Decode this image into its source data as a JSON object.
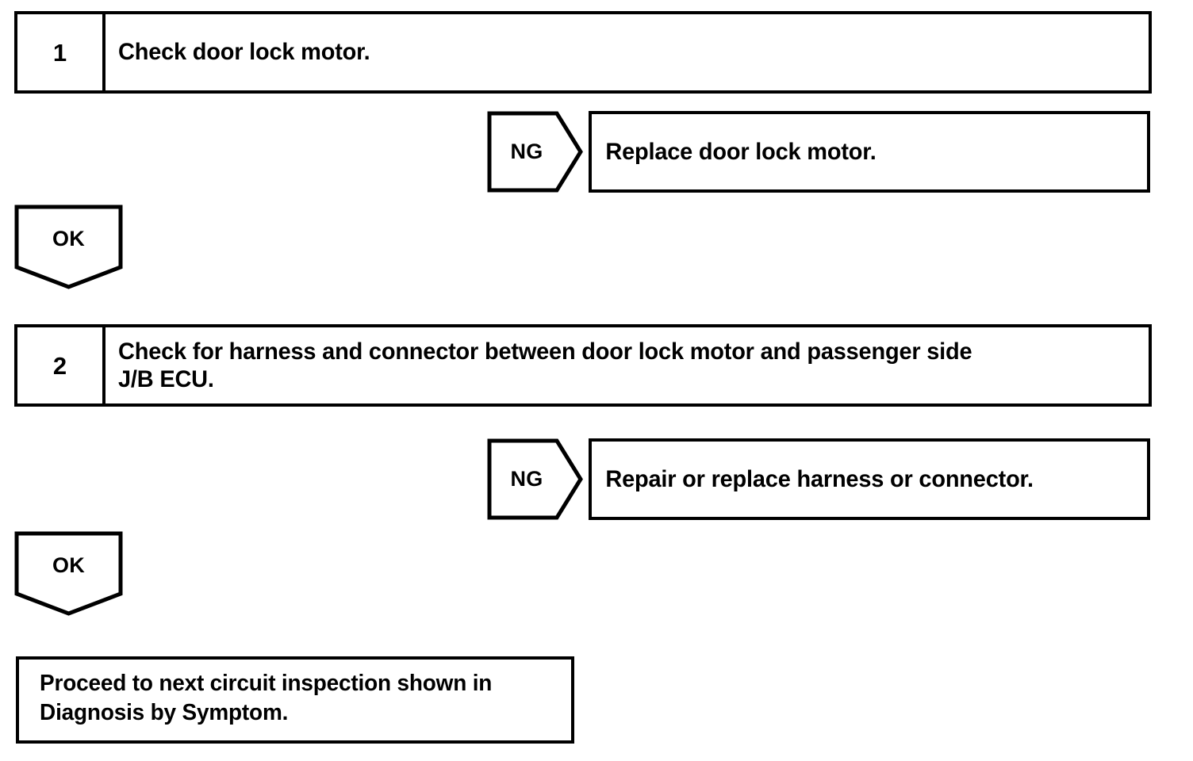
{
  "document": {
    "type": "diagnostic-flowchart",
    "background_color": "#ffffff",
    "line_color": "#000000"
  },
  "steps": [
    {
      "number": "1",
      "text": "Check door lock motor."
    },
    {
      "number": "2",
      "text": "Check for harness and connector between door lock motor and passenger side\nJ/B ECU."
    }
  ],
  "branches": [
    {
      "label": "NG",
      "result": "Replace door lock motor."
    },
    {
      "label": "NG",
      "result": "Repair or replace harness or connector."
    }
  ],
  "continuations": [
    {
      "label": "OK"
    },
    {
      "label": "OK"
    }
  ],
  "terminal": {
    "text": "Proceed to next circuit inspection shown in\nDiagnosis by Symptom."
  }
}
